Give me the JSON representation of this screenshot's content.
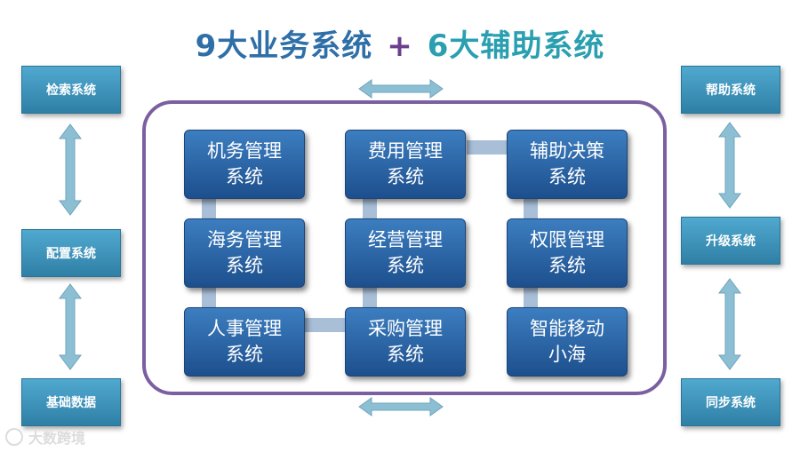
{
  "title": {
    "left": "9大业务系统",
    "plus": "+",
    "right": "6大辅助系统"
  },
  "left_systems": [
    "检索系统",
    "配置系统",
    "基础数据"
  ],
  "right_systems": [
    "帮助系统",
    "升级系统",
    "同步系统"
  ],
  "business_systems": [
    {
      "line1": "机务管理",
      "line2": "系统"
    },
    {
      "line1": "费用管理",
      "line2": "系统"
    },
    {
      "line1": "辅助决策",
      "line2": "系统"
    },
    {
      "line1": "海务管理",
      "line2": "系统"
    },
    {
      "line1": "经营管理",
      "line2": "系统"
    },
    {
      "line1": "权限管理",
      "line2": "系统"
    },
    {
      "line1": "人事管理",
      "line2": "系统"
    },
    {
      "line1": "采购管理",
      "line2": "系统"
    },
    {
      "line1": "智能移动",
      "line2": "小海"
    }
  ],
  "watermark": "大数跨境",
  "colors": {
    "title_left": "#2f6fa8",
    "title_plus": "#6a3f8e",
    "title_right": "#2a9fb0",
    "frame": "#7b5fa0",
    "node": "#2a64a8",
    "side_box": "#3f93bd",
    "arrow": "#8dbfd4"
  }
}
